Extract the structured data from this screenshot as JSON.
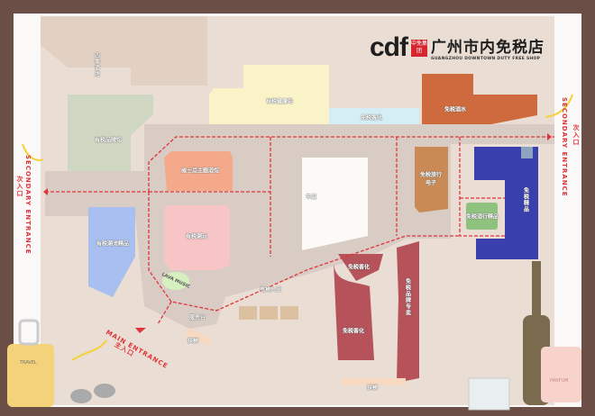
{
  "logo": {
    "brand": "cdf",
    "group": "中免集团",
    "name_cn": "广州市内免税店",
    "name_en": "GUANGZHOU DOWNTOWN DUTY FREE SHOP"
  },
  "entrances": {
    "secondary_left": {
      "en": "SECONDARY ENTRANCE",
      "cn": "次入口"
    },
    "secondary_right": {
      "en": "SECONDARY ENTRANCE",
      "cn": "次入口"
    },
    "main": {
      "en": "MAIN ENTRANCE",
      "cn": "主入口"
    }
  },
  "zones": {
    "hotel": "四季酒店",
    "health": "有税健康站",
    "beauty_top": "免税香化",
    "liquor": "免税酒水",
    "brand_hall": "有税品牌馆",
    "whisky": "威士忌主题酒馆",
    "atrium": "中庭",
    "electronics": "免税旅行电子",
    "boutique": "免税精品",
    "wine": "免税酒行精品",
    "trend": "有税潮流精品",
    "toys": "有税潮玩",
    "music": "LAVA MUSIC",
    "elevator": "电梯入口",
    "service": "服务台",
    "escalator_left": "扶梯",
    "beauty_mid": "免税香化",
    "beauty_low": "免税香化",
    "brand_store": "免税品牌专卖",
    "escalator_right": "扶梯"
  },
  "decor": {
    "luggage_sticker": "TRAVEL",
    "perfume_label": "PARFUM"
  },
  "colors": {
    "frame": "#6b4f47",
    "route": "#e0343a",
    "map_bg": "#e9ddd4"
  }
}
